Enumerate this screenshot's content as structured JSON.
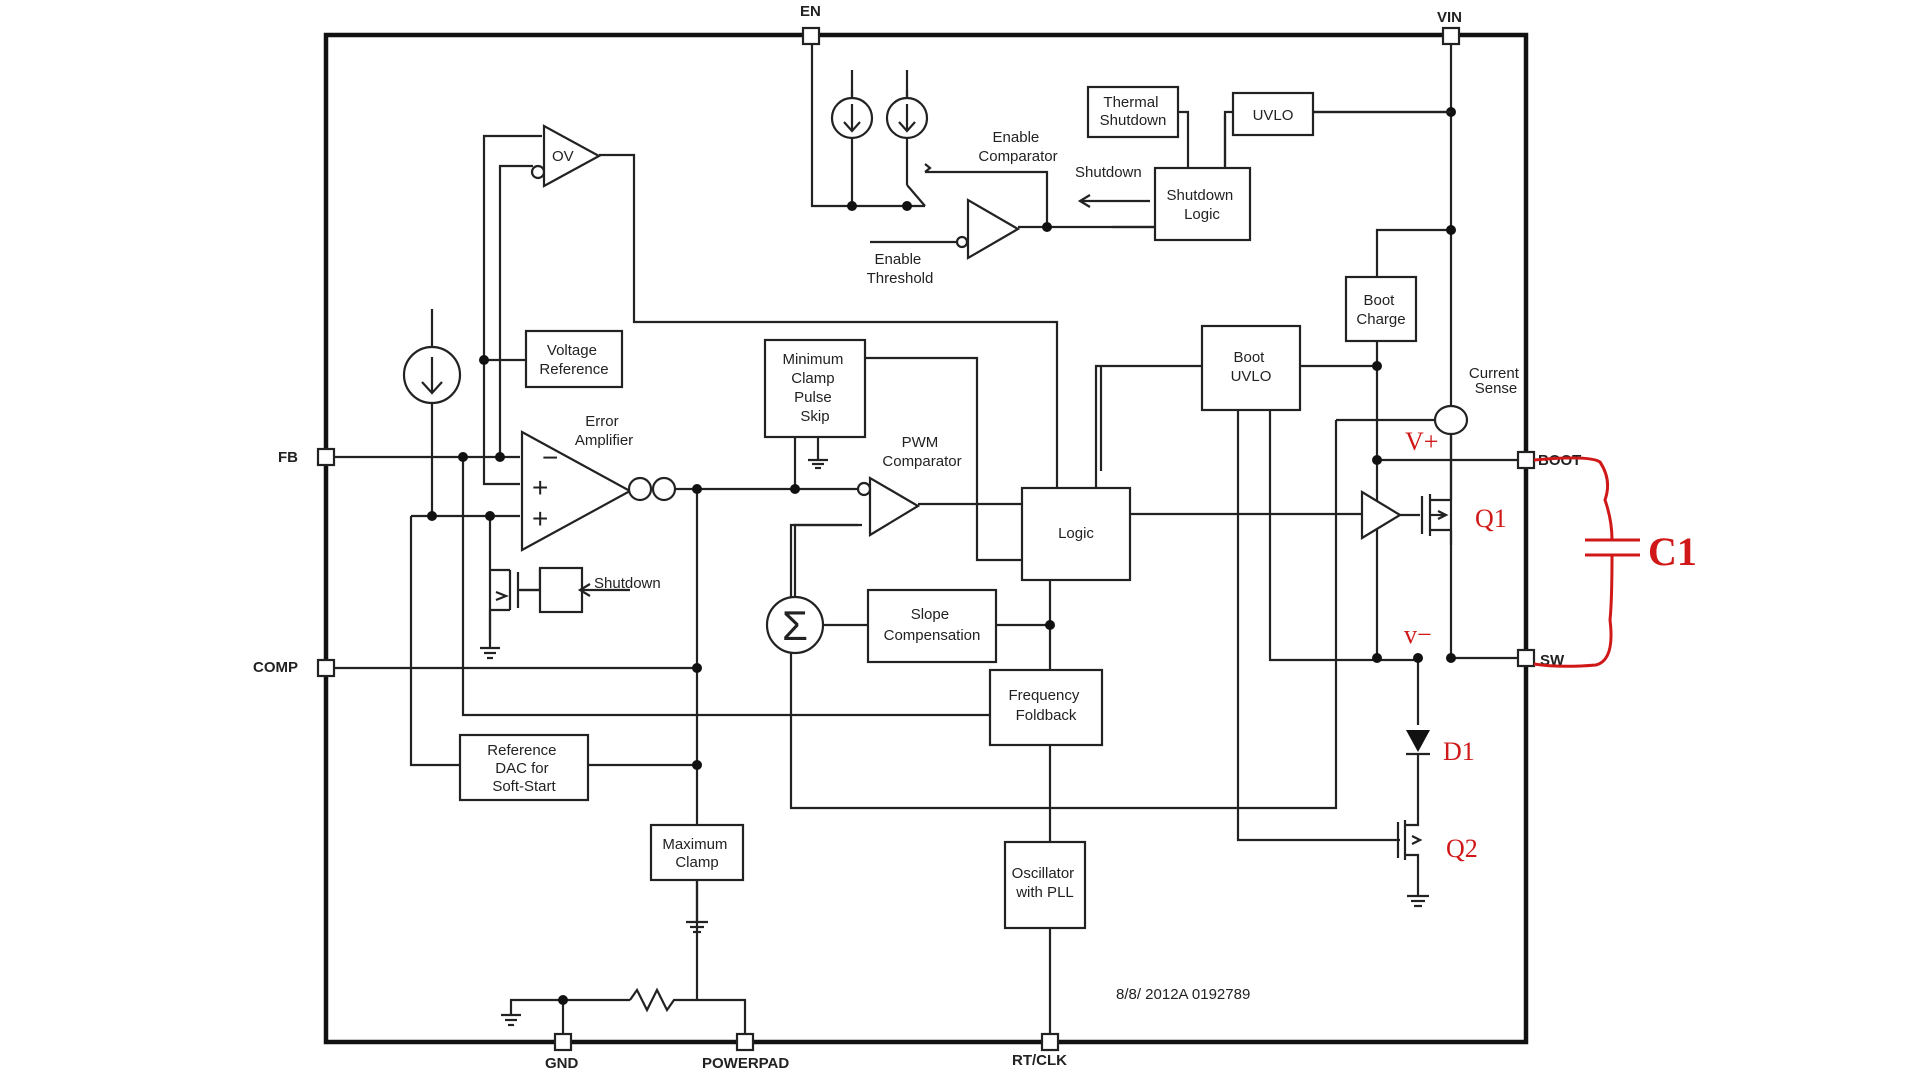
{
  "pins": {
    "en": "EN",
    "vin": "VIN",
    "fb": "FB",
    "comp": "COMP",
    "boot": "BOOT",
    "sw": "SW",
    "gnd": "GND",
    "powerpad": "POWERPAD",
    "rtclk": "RT/CLK"
  },
  "blocks": {
    "thermal_shutdown": [
      "Thermal",
      "Shutdown"
    ],
    "uvlo": "UVLO",
    "shutdown_logic": [
      "Shutdown",
      "Logic"
    ],
    "boot_charge": [
      "Boot",
      "Charge"
    ],
    "boot_uvlo": [
      "Boot",
      "UVLO"
    ],
    "voltage_reference": [
      "Voltage",
      "Reference"
    ],
    "min_clamp": [
      "Minimum",
      "Clamp",
      "Pulse",
      "Skip"
    ],
    "logic": "Logic",
    "slope_comp": [
      "Slope",
      "Compensation"
    ],
    "freq_foldback": [
      "Frequency",
      "Foldback"
    ],
    "ref_dac": [
      "Reference",
      "DAC for",
      "Soft-Start"
    ],
    "max_clamp": [
      "Maximum",
      "Clamp"
    ],
    "oscillator": [
      "Oscillator",
      "with PLL"
    ]
  },
  "labels": {
    "ov": "OV",
    "enable_comparator": [
      "Enable",
      "Comparator"
    ],
    "shutdown_top": "Shutdown",
    "enable_threshold": [
      "Enable",
      "Threshold"
    ],
    "error_amplifier": [
      "Error",
      "Amplifier"
    ],
    "pwm_comparator": [
      "PWM",
      "Comparator"
    ],
    "current_sense": [
      "Current",
      "Sense"
    ],
    "shutdown_mid": "Shutdown",
    "sigma": "Σ",
    "minus": "−",
    "plus": "+",
    "code": "8/8/ 2012A 0192789"
  },
  "annotations": {
    "vplus": "V+",
    "vminus": "v−",
    "q1": "Q1",
    "q2": "Q2",
    "d1": "D1",
    "c1": "C1"
  },
  "colors": {
    "annotation": "#d01818",
    "line": "#222222"
  }
}
